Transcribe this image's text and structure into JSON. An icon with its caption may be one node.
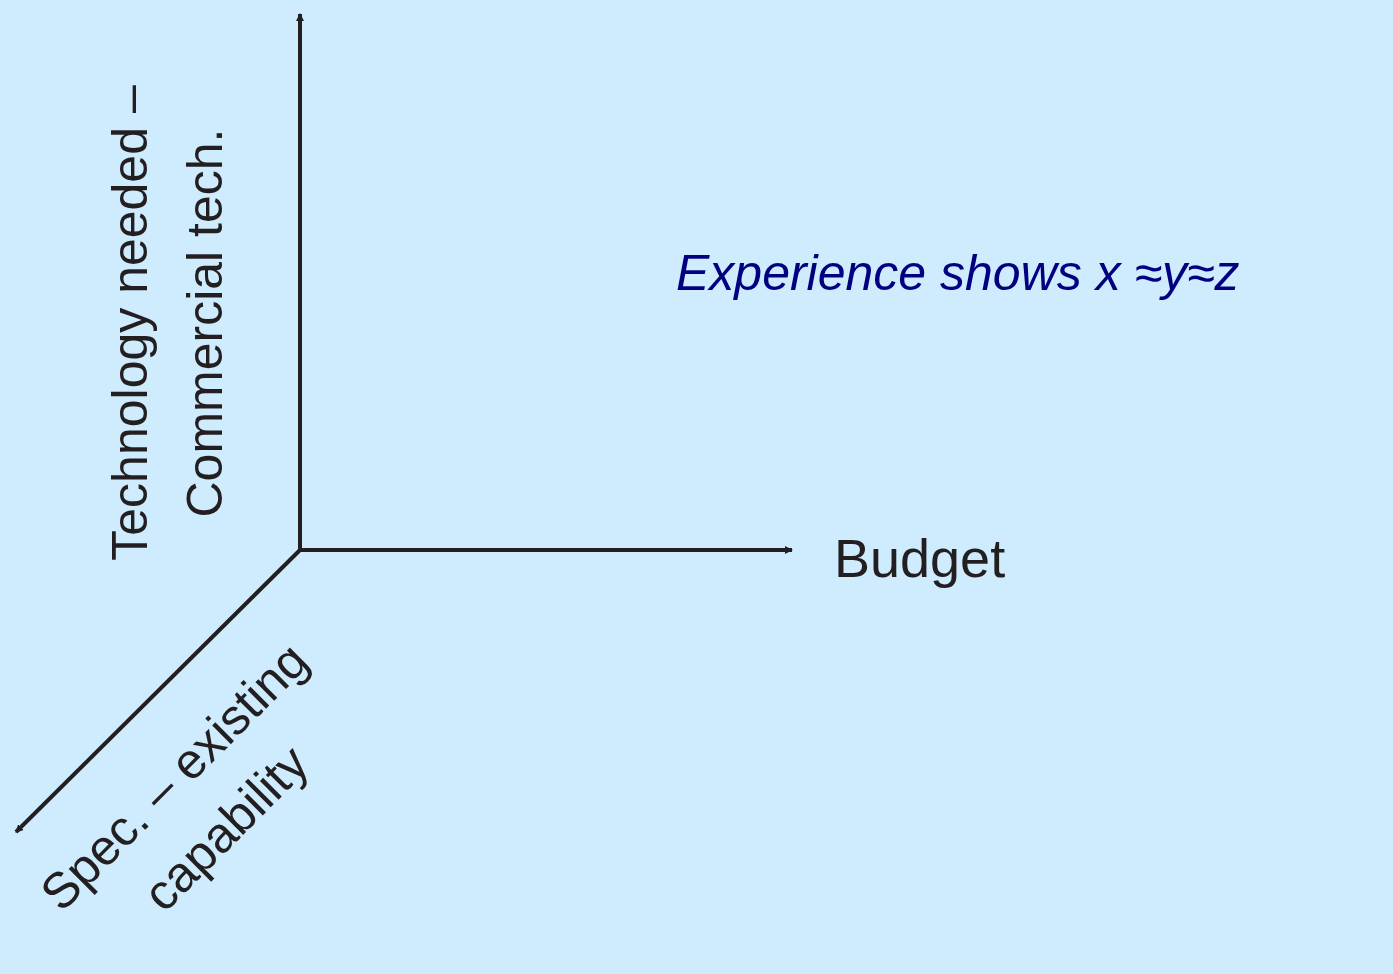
{
  "diagram": {
    "labels": [
      "Technology needed – Commercial tech.",
      "Experience shows x ≈y≈z",
      "Budget",
      "Spec. – existing capability"
    ]
  }
}
